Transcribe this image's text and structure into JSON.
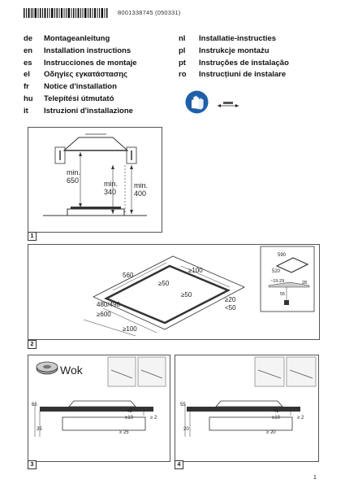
{
  "header": {
    "code": "8001338745   (050331)"
  },
  "languages_left": [
    {
      "code": "de",
      "title": "Montageanleitung"
    },
    {
      "code": "en",
      "title": "Installation instructions"
    },
    {
      "code": "es",
      "title": "Instrucciones de montaje"
    },
    {
      "code": "el",
      "title": "Οδηγίες εγκατάστασης"
    },
    {
      "code": "fr",
      "title": "Notice d'installation"
    },
    {
      "code": "hu",
      "title": "Telepítési útmutató"
    },
    {
      "code": "it",
      "title": "Istruzioni d'installazione"
    }
  ],
  "languages_right": [
    {
      "code": "nl",
      "title": "Installatie-instructies"
    },
    {
      "code": "pl",
      "title": "Instrukcje montażu"
    },
    {
      "code": "pt",
      "title": "Instruções de instalação"
    },
    {
      "code": "ro",
      "title": "Instrucțiuni de instalare"
    }
  ],
  "icons": {
    "glove": "protective-gloves-icon",
    "dimension": "dimension-arrow-icon",
    "accent": "#1f5fa8"
  },
  "figure1": {
    "badge": "1",
    "min650_a": "min.",
    "min650_b": "650",
    "min340_a": "min.",
    "min340_b": "340",
    "min400_a": "min.",
    "min400_b": "400"
  },
  "figure2": {
    "badge": "2",
    "d560": "560",
    "d100a": "≥100",
    "d50a": "≥50",
    "d50b": "≥50",
    "d480": "480/490",
    "d600": "≥600",
    "d100b": "≥100",
    "d20": "≥20",
    "d50c": "<50",
    "inset_590": "590",
    "inset_520": "520",
    "inset_1929": "~19-29",
    "inset_28": "28",
    "inset_55": "55"
  },
  "figure3": {
    "badge": "3",
    "wok": "Wok",
    "d45": "45",
    "d10": "≥10",
    "d2": "≥ 2",
    "d25": "≥ 25",
    "d35": "35",
    "d65": "65"
  },
  "figure4": {
    "badge": "4",
    "d45": "45",
    "d10": "≥10",
    "d2": "≥ 2",
    "d20": "≥ 20",
    "d20b": "20",
    "d55": "55"
  },
  "footer": {
    "page": "1"
  }
}
